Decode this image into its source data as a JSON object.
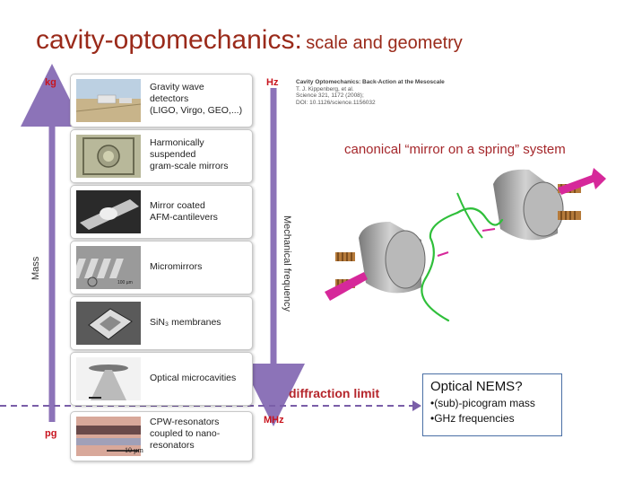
{
  "title": {
    "main": "cavity-optomechanics:",
    "sub": "scale and geometry"
  },
  "left_axis": {
    "top": "kg",
    "bottom": "pg",
    "label": "Mass"
  },
  "right_axis": {
    "top": "Hz",
    "bottom": "MHz",
    "label": "Mechanical frequency"
  },
  "panels": [
    {
      "text": "Gravity wave\ndetectors\n(LIGO, Virgo, GEO,...)"
    },
    {
      "text": "Harmonically\nsuspended\ngram-scale mirrors"
    },
    {
      "text": "Mirror coated\nAFM-cantilevers"
    },
    {
      "text": "Micromirrors"
    },
    {
      "text": "SiN₃ membranes"
    },
    {
      "text": "Optical microcavities"
    },
    {
      "text": "CPW-resonators\ncoupled to nano-\nresonators"
    }
  ],
  "scalebar_micromirror": "100 µm",
  "scalebar_cpw": "10 µm",
  "reference": {
    "title": "Cavity Optomechanics: Back-Action at the Mesoscale",
    "authors": "T. J. Kippenberg, et al.",
    "journal": "Science 321, 1172 (2008);",
    "doi": "DOI: 10.1126/science.1156032"
  },
  "canonical_label": "canonical “mirror on a spring” system",
  "diffraction_label": "diffraction limit",
  "nems_box": {
    "heading": "Optical NEMS?",
    "bullets": [
      "•(sub)-picogram mass",
      "•GHz frequencies"
    ]
  },
  "colors": {
    "title": "#9a2a1a",
    "arrow": "#8c73b8",
    "accent_red": "#c8141e",
    "laser": "#d6289a",
    "wave": "#2fbf3a"
  }
}
